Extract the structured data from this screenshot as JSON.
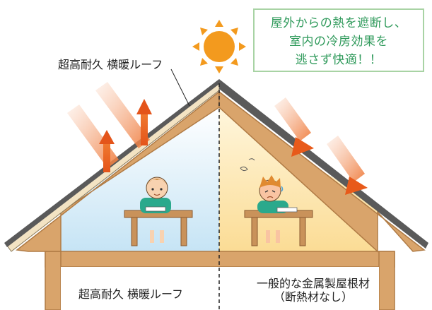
{
  "callout": {
    "lines": [
      "屋外からの熱を遮断し、",
      "室内の冷房効果を",
      "逃さず快適！！"
    ]
  },
  "roof_label": "超高耐久 横暖ルーフ",
  "captions": {
    "left": "超高耐久 横暖ルーフ",
    "right_line1": "一般的な金属製屋根材",
    "right_line2": "（断熱材なし）"
  },
  "colors": {
    "sun": "#f39a1e",
    "arrow": "#e85a1a",
    "wood": "#d9a46b",
    "roof_metal": "#555555",
    "cool_interior": "#cfe8f6",
    "warm_interior": "#fde7b5",
    "callout_border": "#a8d3a4",
    "callout_text": "#2f9a5b"
  },
  "icons": [
    "sun-icon",
    "reflect-arrow-icon",
    "heat-arrow-icon",
    "cool-child-figure",
    "hot-child-figure"
  ]
}
